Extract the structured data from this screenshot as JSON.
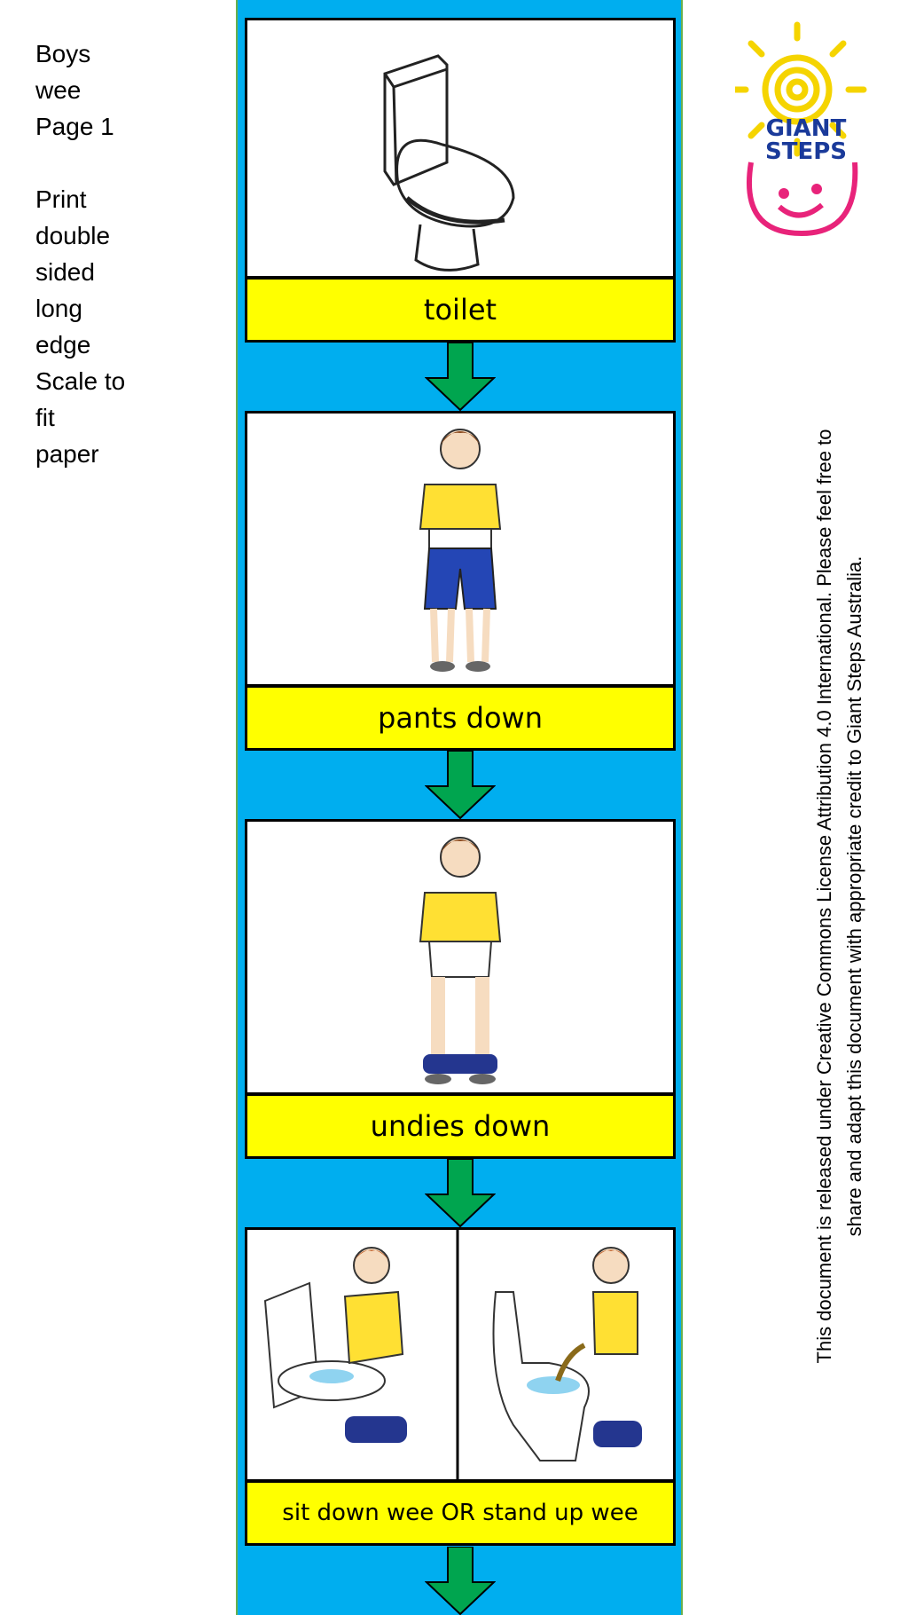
{
  "notes": [
    "Boys",
    "wee",
    "Page 1",
    "",
    "Print",
    "double",
    "sided",
    "long",
    "edge",
    "Scale to",
    "fit",
    "paper"
  ],
  "steps": [
    {
      "label": "toilet"
    },
    {
      "label": "pants down"
    },
    {
      "label": "undies down"
    },
    {
      "label": "sit down wee OR stand up wee"
    }
  ],
  "logo": {
    "text_line1": "GIANT",
    "text_line2": "STEPS"
  },
  "license": {
    "line1": "This document is released under Creative Commons License Attribution 4.0 International. Please feel free to",
    "line2": "share and adapt this document with appropriate credit to Giant Steps Australia."
  },
  "colors": {
    "strip": "#00aeef",
    "label": "#ffff00",
    "arrow": "#00a54f"
  }
}
